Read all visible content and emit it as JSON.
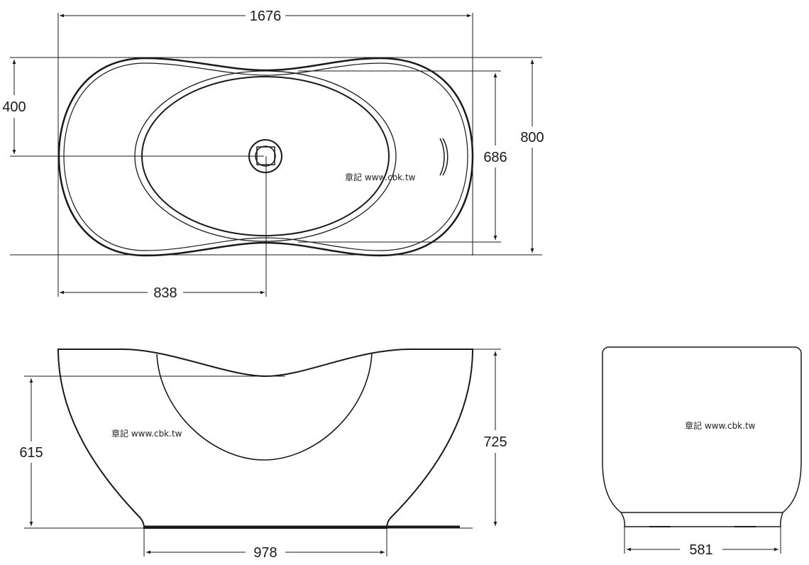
{
  "top_view": {
    "overall_length": "1676",
    "drain_offset_y": "400",
    "overall_width": "800",
    "inner_width": "686",
    "drain_offset_x": "838"
  },
  "side_view": {
    "interior_depth": "615",
    "overall_height": "725",
    "base_length": "978"
  },
  "end_view": {
    "base_width": "581"
  },
  "watermark": "章記 www.cbk.tw",
  "colors": {
    "line": "#1a1a1a",
    "background": "#ffffff"
  }
}
